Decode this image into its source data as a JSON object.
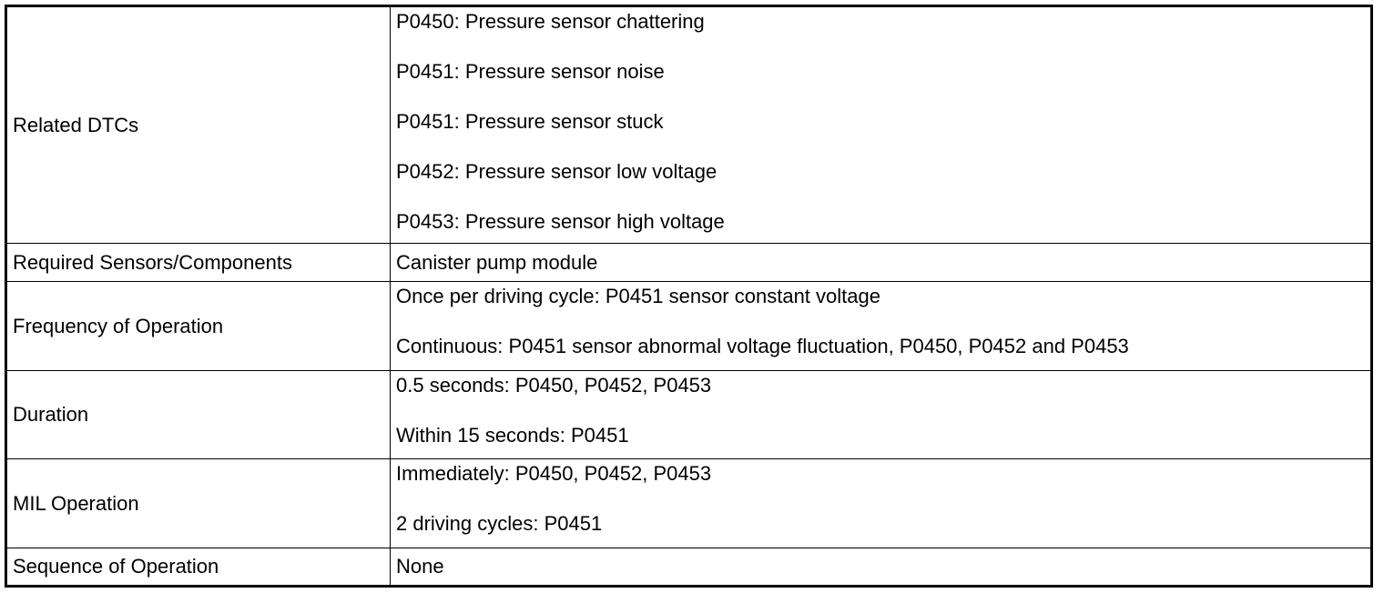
{
  "rows": [
    {
      "label": "Related DTCs",
      "values": [
        "P0450: Pressure sensor chattering",
        "P0451: Pressure sensor noise",
        "P0451: Pressure sensor stuck",
        "P0452: Pressure sensor low voltage",
        "P0453: Pressure sensor high voltage"
      ]
    },
    {
      "label": "Required Sensors/Components",
      "values": [
        "Canister pump module"
      ]
    },
    {
      "label": "Frequency of Operation",
      "values": [
        "Once per driving cycle: P0451 sensor constant voltage",
        "Continuous: P0451 sensor abnormal voltage fluctuation, P0450, P0452 and P0453"
      ]
    },
    {
      "label": "Duration",
      "values": [
        "0.5 seconds: P0450, P0452, P0453",
        "Within 15 seconds: P0451"
      ]
    },
    {
      "label": "MIL Operation",
      "values": [
        "Immediately: P0450, P0452, P0453",
        "2 driving cycles: P0451"
      ]
    },
    {
      "label": "Sequence of Operation",
      "values": [
        "None"
      ]
    }
  ]
}
